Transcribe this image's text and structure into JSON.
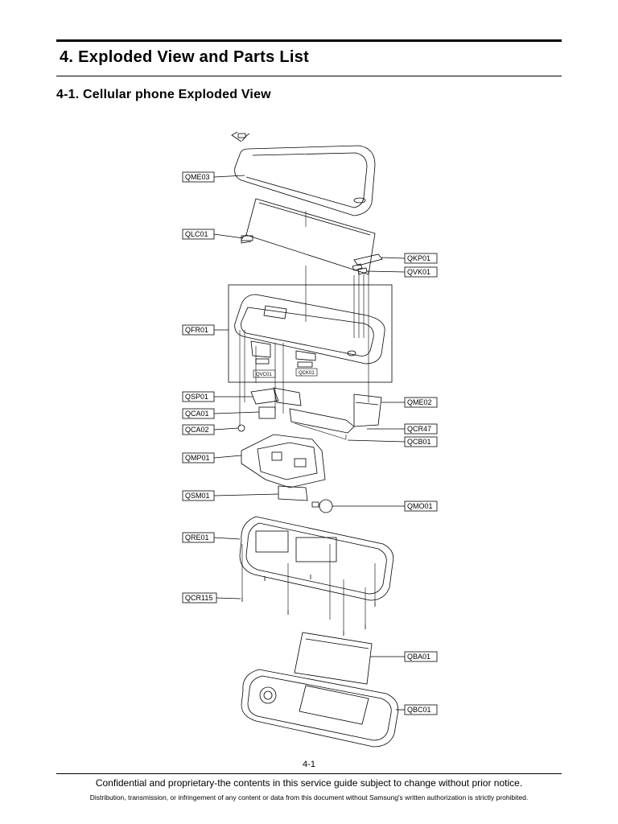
{
  "heading": "4. Exploded View and Parts List",
  "subheading": "4-1. Cellular phone Exploded View",
  "parts_left": [
    "QME03",
    "QLC01",
    "QFR01",
    "QSP01",
    "QCA01",
    "QCA02",
    "QMP01",
    "QSM01",
    "QRE01",
    "QCR115"
  ],
  "parts_right": [
    "QKP01",
    "QVK01",
    "QME02",
    "QCR47",
    "QCB01",
    "QMO01",
    "QBA01",
    "QBC01"
  ],
  "sub_labels": [
    "QVC01",
    "QCK01"
  ],
  "page_number": "4-1",
  "footer": {
    "notice": "Confidential and proprietary-the contents in this service guide subject to change without prior notice.",
    "legal": "Distribution, transmission, or infringement of any content or data from this document without Samsung's written authorization is strictly prohibited."
  }
}
